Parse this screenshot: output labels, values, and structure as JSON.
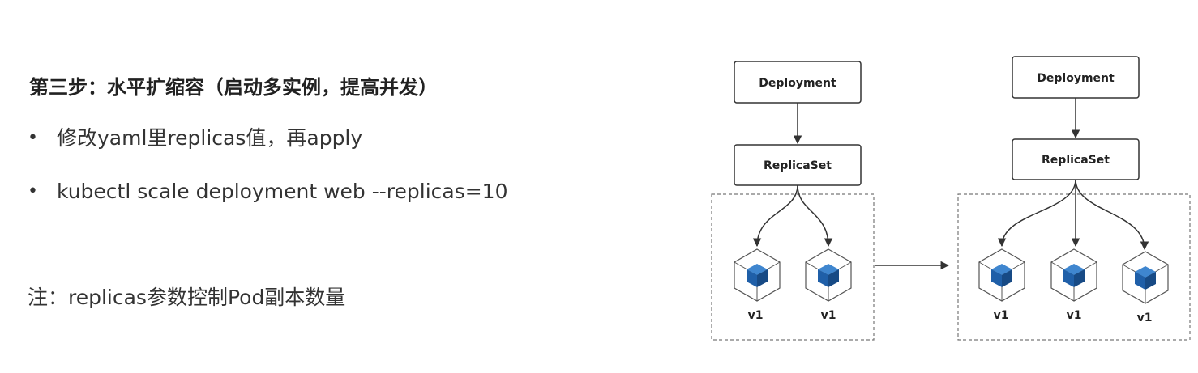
{
  "heading": "第三步：水平扩缩容（启动多实例，提高并发）",
  "bullets": [
    {
      "marker": "•",
      "text": "修改yaml里replicas值，再apply"
    },
    {
      "marker": "•",
      "text": "kubectl scale deployment web --replicas=10"
    }
  ],
  "note": "注：replicas参数控制Pod副本数量",
  "diagram": {
    "before": {
      "deployment_label": "Deployment",
      "replicaset_label": "ReplicaSet",
      "pods": [
        "v1",
        "v1"
      ]
    },
    "after": {
      "deployment_label": "Deployment",
      "replicaset_label": "ReplicaSet",
      "pods": [
        "v1",
        "v1",
        "v1"
      ]
    },
    "colors": {
      "pod_cube": "#1f5fa8",
      "box_border": "#333333",
      "arrow": "#333333",
      "dashed_border": "#777777"
    }
  }
}
